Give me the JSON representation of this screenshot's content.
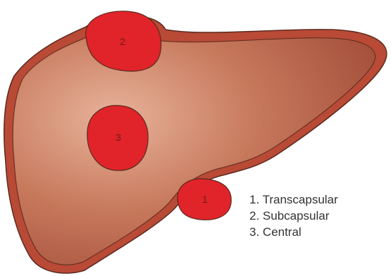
{
  "lesions": [
    {
      "number": "2",
      "type": "Subcapsular"
    },
    {
      "number": "3",
      "type": "Central"
    },
    {
      "number": "1",
      "type": "Transcapsular"
    }
  ],
  "legend": [
    "1. Transcapsular",
    "2. Subcapsular",
    "3. Central"
  ],
  "colors": {
    "capsule": "#b84a36",
    "capsule_outline": "#5a2a1f",
    "liver_light": "#e7b39b",
    "liver_mid": "#c87a5d",
    "liver_dark": "#9d4734",
    "lesion": "#e0242a",
    "legend_text": "#333333"
  }
}
